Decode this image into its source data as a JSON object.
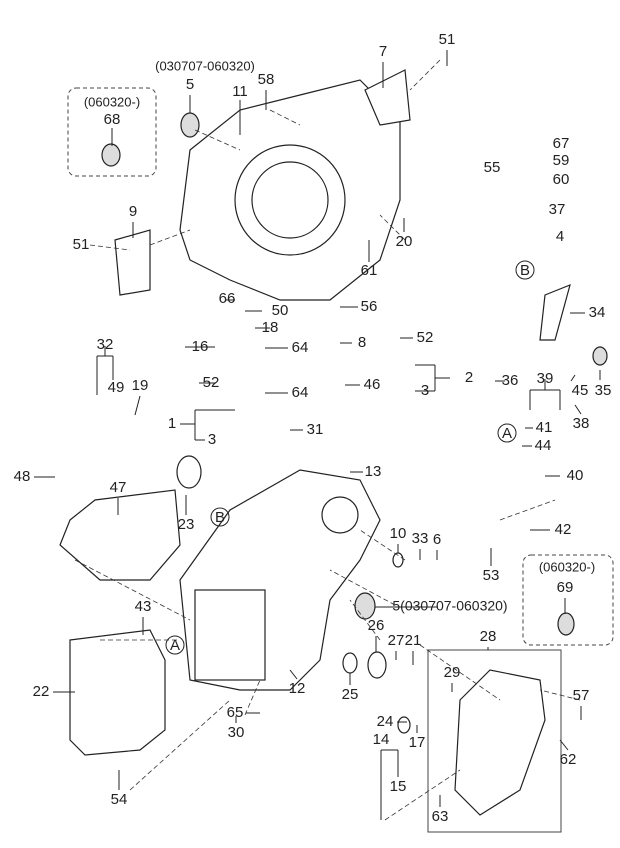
{
  "diagram": {
    "variant_notes": {
      "housing_top": "(030707-060320)",
      "box_left": "(060320-)",
      "box_right": "(060320-)",
      "seal_bottom": "5(030707-060320)"
    },
    "callouts": [
      "51",
      "7",
      "58",
      "5",
      "11",
      "68",
      "67",
      "59",
      "55",
      "60",
      "37",
      "9",
      "20",
      "4",
      "B",
      "51",
      "61",
      "66",
      "50",
      "56",
      "34",
      "18",
      "32",
      "16",
      "64",
      "8",
      "52",
      "19",
      "36",
      "39",
      "2",
      "45",
      "35",
      "49",
      "52",
      "64",
      "46",
      "3",
      "1",
      "31",
      "A",
      "41",
      "38",
      "3",
      "44",
      "48",
      "13",
      "47",
      "40",
      "23",
      "B",
      "10",
      "33",
      "6",
      "42",
      "53",
      "69",
      "43",
      "28",
      "26",
      "27",
      "21",
      "A",
      "29",
      "22",
      "12",
      "25",
      "57",
      "24",
      "65",
      "30",
      "17",
      "14",
      "62",
      "15",
      "54",
      "63"
    ]
  }
}
